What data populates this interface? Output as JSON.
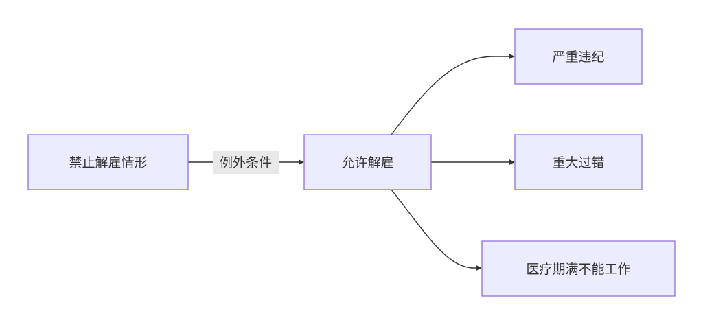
{
  "diagram": {
    "type": "flowchart",
    "direction": "left-to-right",
    "colors": {
      "node_fill": "#ECECFF",
      "node_border": "#9370DB",
      "edge": "#333333",
      "label_background": "#e8e8e8",
      "text": "#333333"
    },
    "nodes": {
      "prohibited": {
        "label": "禁止解雇情形"
      },
      "allowed": {
        "label": "允许解雇"
      },
      "serious_violation": {
        "label": "严重违纪"
      },
      "major_fault": {
        "label": "重大过错"
      },
      "incompetent": {
        "label": "医疗期满不能工作"
      }
    },
    "edges": [
      {
        "from": "prohibited",
        "to": "allowed",
        "label": "例外条件"
      },
      {
        "from": "allowed",
        "to": "serious_violation",
        "label": ""
      },
      {
        "from": "allowed",
        "to": "major_fault",
        "label": ""
      },
      {
        "from": "allowed",
        "to": "incompetent",
        "label": ""
      }
    ]
  }
}
